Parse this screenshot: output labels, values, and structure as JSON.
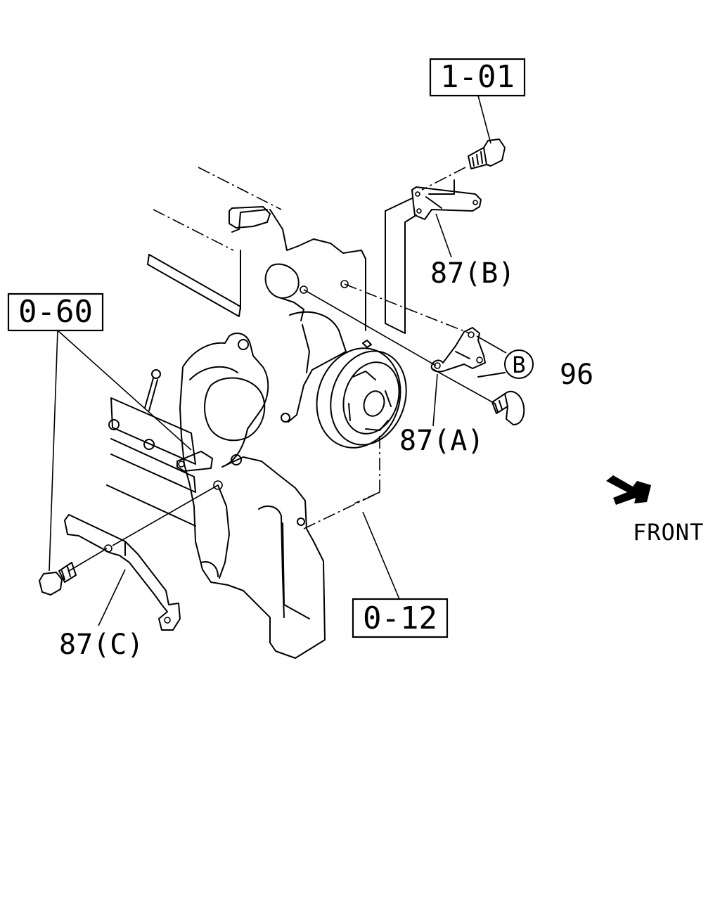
{
  "references": {
    "ref_1_01": "1-01",
    "ref_0_60": "0-60",
    "ref_0_12": "0-12"
  },
  "callouts": {
    "bracket_b": "87(B)",
    "bracket_a": "87(A)",
    "bracket_c": "87(C)",
    "bolt_96": "96",
    "circle_b": "B"
  },
  "direction": {
    "label": "FRONT",
    "icon": "front-arrow-icon"
  },
  "colors": {
    "ink": "#000000",
    "paper": "#ffffff"
  }
}
